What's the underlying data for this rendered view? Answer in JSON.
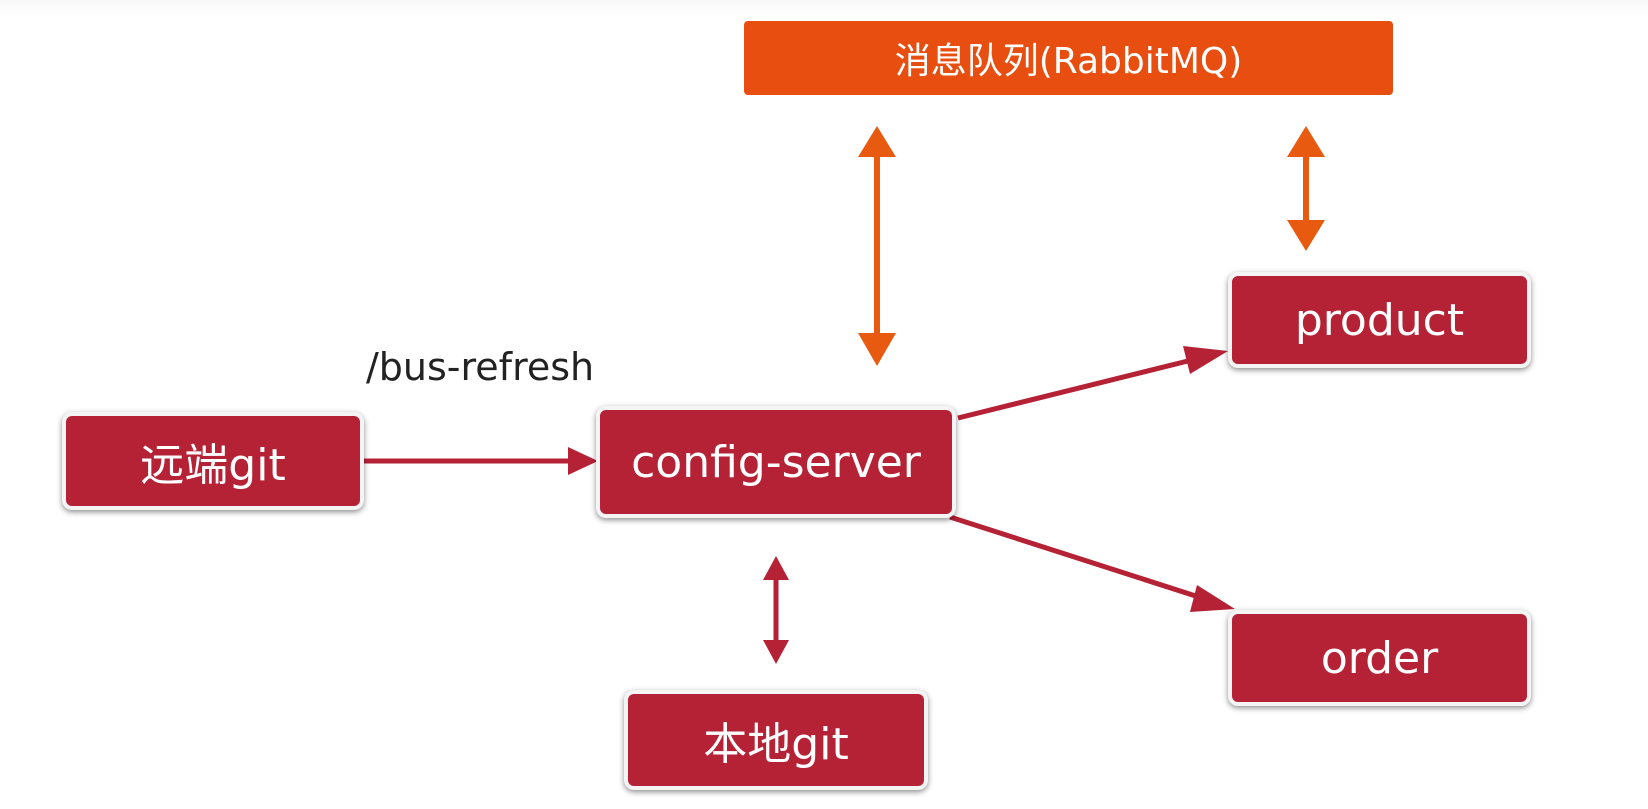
{
  "message_queue": {
    "label": "消息队列(RabbitMQ)"
  },
  "nodes": {
    "remote_git": "远端git",
    "config_server": "config-server",
    "product": "product",
    "order": "order",
    "local_git": "本地git"
  },
  "edge_label": "/bus-refresh",
  "colors": {
    "node_fill": "#b52235",
    "queue_fill": "#e84e0f",
    "queue_arrow": "#e85a10",
    "edge": "#b52235"
  }
}
